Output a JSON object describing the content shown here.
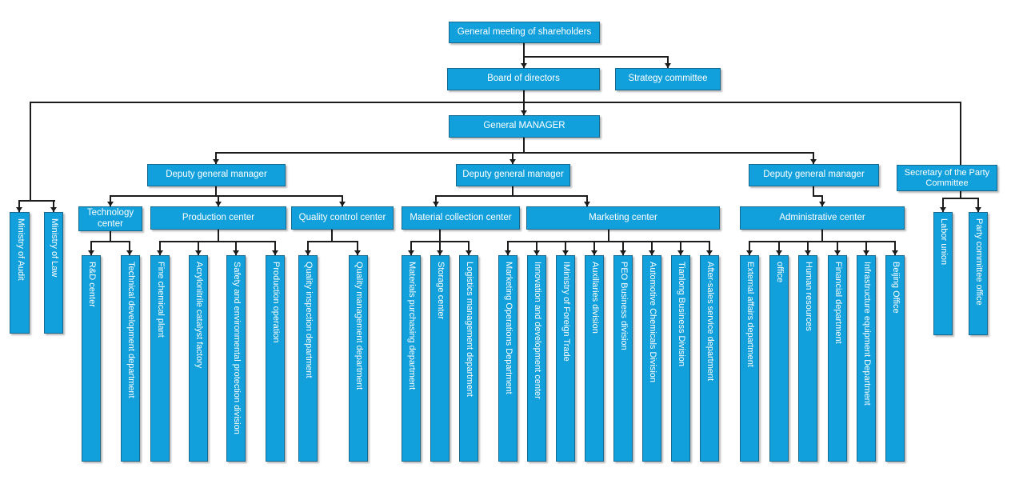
{
  "diagram": {
    "type": "org-chart",
    "background_color": "#ffffff",
    "node_fill_color": "#12a0dc",
    "node_text_color": "#ffffff",
    "connector_color": "#1c1c1c",
    "nodes": [
      {
        "id": "general-meeting-of-shareholders",
        "label": "General meeting of shareholders",
        "parent": null
      },
      {
        "id": "board-of-directors",
        "label": "Board of directors",
        "parent": "general-meeting-of-shareholders"
      },
      {
        "id": "strategy-committee",
        "label": "Strategy committee",
        "parent": "general-meeting-of-shareholders"
      },
      {
        "id": "general-manager",
        "label": "General MANAGER",
        "parent": "board-of-directors"
      },
      {
        "id": "ministry-of-audit",
        "label": "Ministry of Audit",
        "parent": "board-of-directors"
      },
      {
        "id": "ministry-of-law",
        "label": "Ministry of Law",
        "parent": "board-of-directors"
      },
      {
        "id": "secretary-of-the-party-committee",
        "label": "Secretary of the Party Committee",
        "parent": "board-of-directors"
      },
      {
        "id": "labor-union",
        "label": "Labor union",
        "parent": "secretary-of-the-party-committee"
      },
      {
        "id": "party-committee-office",
        "label": "Party committee office",
        "parent": "secretary-of-the-party-committee"
      },
      {
        "id": "deputy-general-manager-1",
        "label": "Deputy general manager",
        "parent": "general-manager"
      },
      {
        "id": "deputy-general-manager-2",
        "label": "Deputy general manager",
        "parent": "general-manager"
      },
      {
        "id": "deputy-general-manager-3",
        "label": "Deputy general manager",
        "parent": "general-manager"
      },
      {
        "id": "technology-center",
        "label": "Technology center",
        "parent": "deputy-general-manager-1"
      },
      {
        "id": "production-center",
        "label": "Production center",
        "parent": "deputy-general-manager-1"
      },
      {
        "id": "quality-control-center",
        "label": "Quality control center",
        "parent": "deputy-general-manager-1"
      },
      {
        "id": "material-collection-center",
        "label": "Material collection center",
        "parent": "deputy-general-manager-2"
      },
      {
        "id": "marketing-center",
        "label": "Marketing center",
        "parent": "deputy-general-manager-2"
      },
      {
        "id": "administrative-center",
        "label": "Administrative center",
        "parent": "deputy-general-manager-3"
      },
      {
        "id": "rd-center",
        "label": "R&D center",
        "parent": "technology-center"
      },
      {
        "id": "technical-development-department",
        "label": "Technical development department",
        "parent": "technology-center"
      },
      {
        "id": "fine-chemical-plant",
        "label": "Fine chemical plant",
        "parent": "production-center"
      },
      {
        "id": "acrylonitrile-catalyst-factory",
        "label": "Acrylonitrile catalyst factory",
        "parent": "production-center"
      },
      {
        "id": "safety-and-environmental-protection-division",
        "label": "Safety and environmental protection division",
        "parent": "production-center"
      },
      {
        "id": "production-operation",
        "label": "Production operation",
        "parent": "production-center"
      },
      {
        "id": "quality-inspection-department",
        "label": "Quality inspection department",
        "parent": "quality-control-center"
      },
      {
        "id": "quality-management-department",
        "label": "Quality management department",
        "parent": "quality-control-center"
      },
      {
        "id": "materials-purchasing-department",
        "label": "Materials purchasing department",
        "parent": "material-collection-center"
      },
      {
        "id": "storage-center",
        "label": "Storage center",
        "parent": "material-collection-center"
      },
      {
        "id": "logistics-management-department",
        "label": "Logistics management department",
        "parent": "material-collection-center"
      },
      {
        "id": "marketing-operations-department",
        "label": "Marketing Operations Department",
        "parent": "marketing-center"
      },
      {
        "id": "innovation-and-development-center",
        "label": "Innovation and development center",
        "parent": "marketing-center"
      },
      {
        "id": "iministry-of-foreign-trade",
        "label": "IMinistry of Foreign Trade",
        "parent": "marketing-center"
      },
      {
        "id": "auxillaries-division",
        "label": "Auxillaries division",
        "parent": "marketing-center"
      },
      {
        "id": "peo-business-division",
        "label": "PEO Business division",
        "parent": "marketing-center"
      },
      {
        "id": "automotive-chemicals-division",
        "label": "Automotive Chemicals Division",
        "parent": "marketing-center"
      },
      {
        "id": "tianlong-business-division",
        "label": "Tianlong Business Division",
        "parent": "marketing-center"
      },
      {
        "id": "after-sales-service-department",
        "label": "After-sales service department",
        "parent": "marketing-center"
      },
      {
        "id": "external-affairs-department",
        "label": "External affairs department",
        "parent": "administrative-center"
      },
      {
        "id": "office",
        "label": "office",
        "parent": "administrative-center"
      },
      {
        "id": "human-resources",
        "label": "Human resources",
        "parent": "administrative-center"
      },
      {
        "id": "financial-department",
        "label": "Financial department",
        "parent": "administrative-center"
      },
      {
        "id": "infrastructure-equipment-department",
        "label": "Infrastructure equipment Department",
        "parent": "administrative-center"
      },
      {
        "id": "beijing-office",
        "label": "Beijing Office",
        "parent": "administrative-center"
      }
    ]
  }
}
